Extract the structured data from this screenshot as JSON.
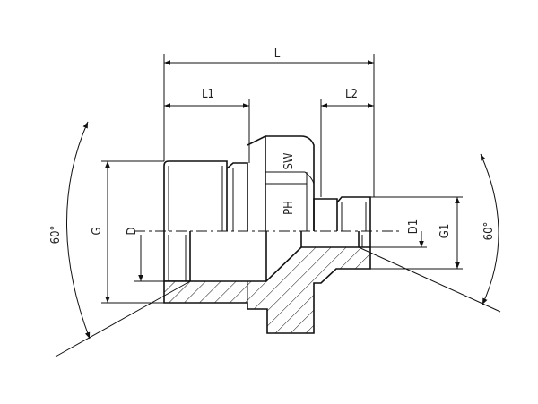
{
  "labels": {
    "length": "L",
    "length_1": "L1",
    "length_2": "L2",
    "wrench_size": "SW",
    "hex_height": "PH",
    "thread_g": "G",
    "bore_d": "D",
    "bore_d1": "D1",
    "thread_g1": "G1",
    "angle_left": "60°",
    "angle_right": "60°"
  }
}
